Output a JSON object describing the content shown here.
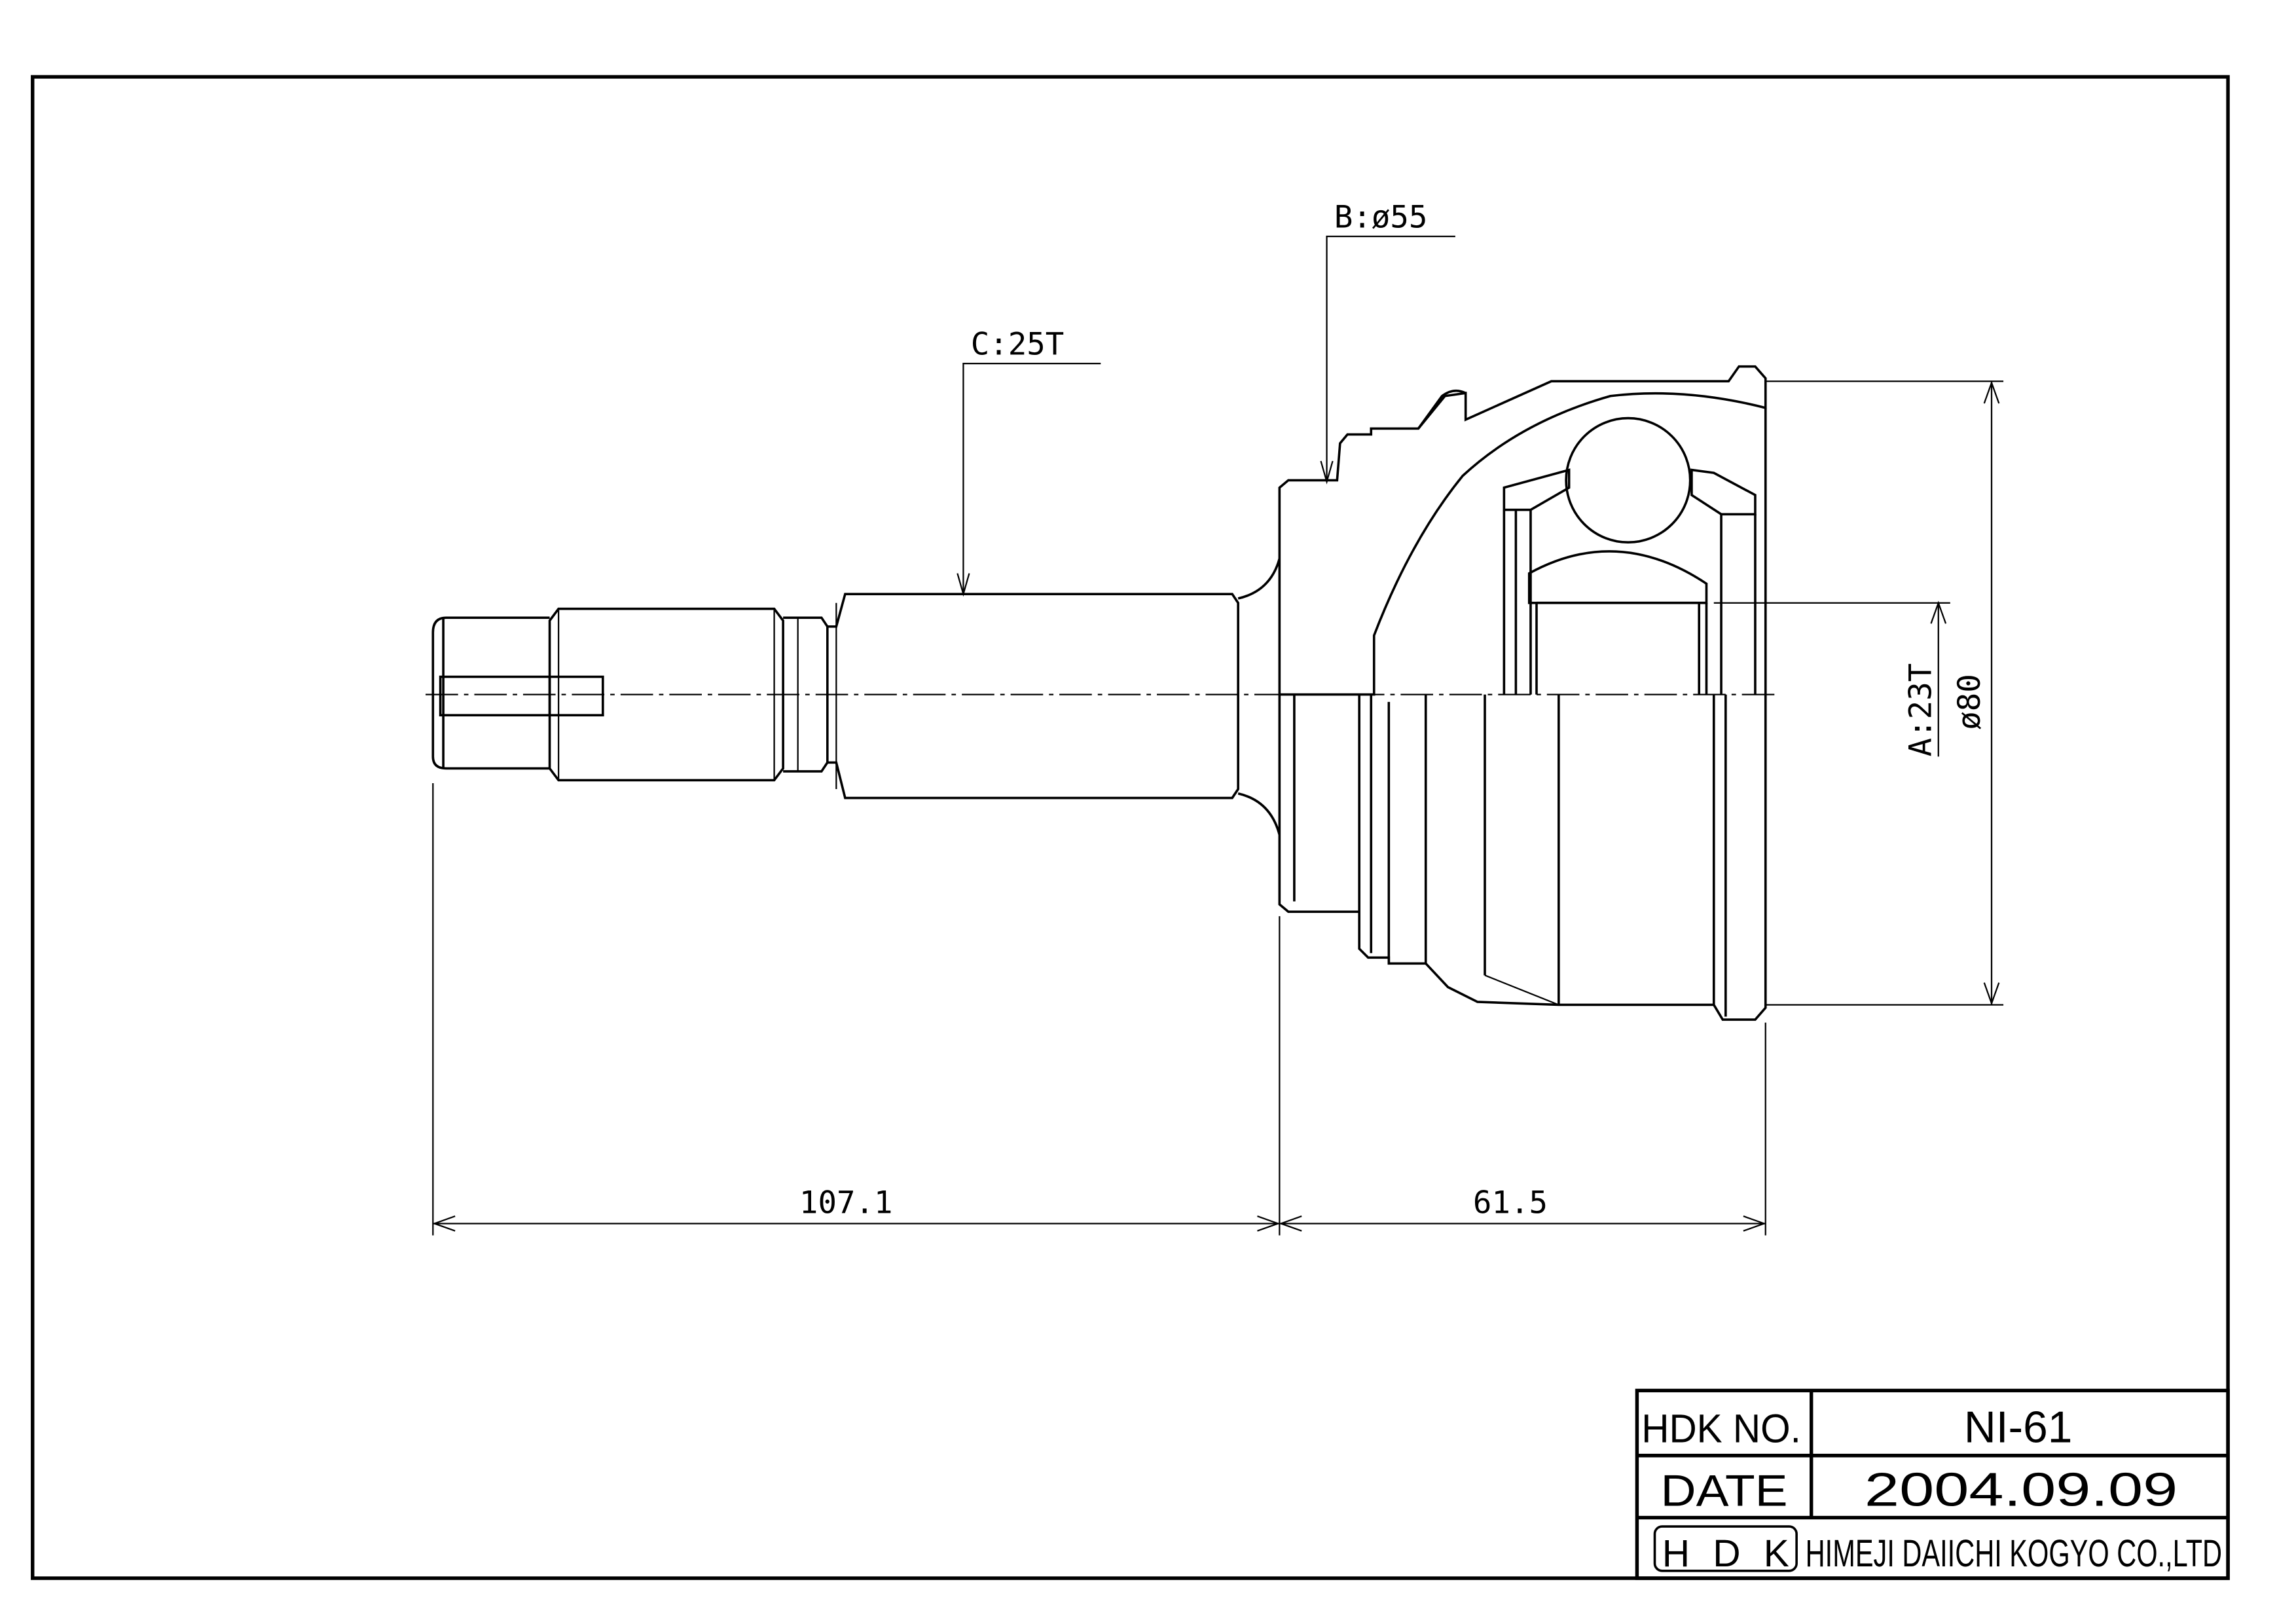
{
  "drawing": {
    "labels": {
      "spline_c": "C:25T",
      "diameter_b": "B:ø55",
      "spline_a": "A:23T",
      "diameter_outer": "ø80"
    },
    "dimensions": {
      "shaft_length": "107.1",
      "bell_length": "61.5"
    }
  },
  "title_block": {
    "part_no_label": "HDK NO.",
    "part_no": "NI-61",
    "date_label": "DATE",
    "date": "2004.09.09",
    "logo": "HDK",
    "company": "HIMEJI DAIICHI KOGYO CO.,LTD"
  }
}
